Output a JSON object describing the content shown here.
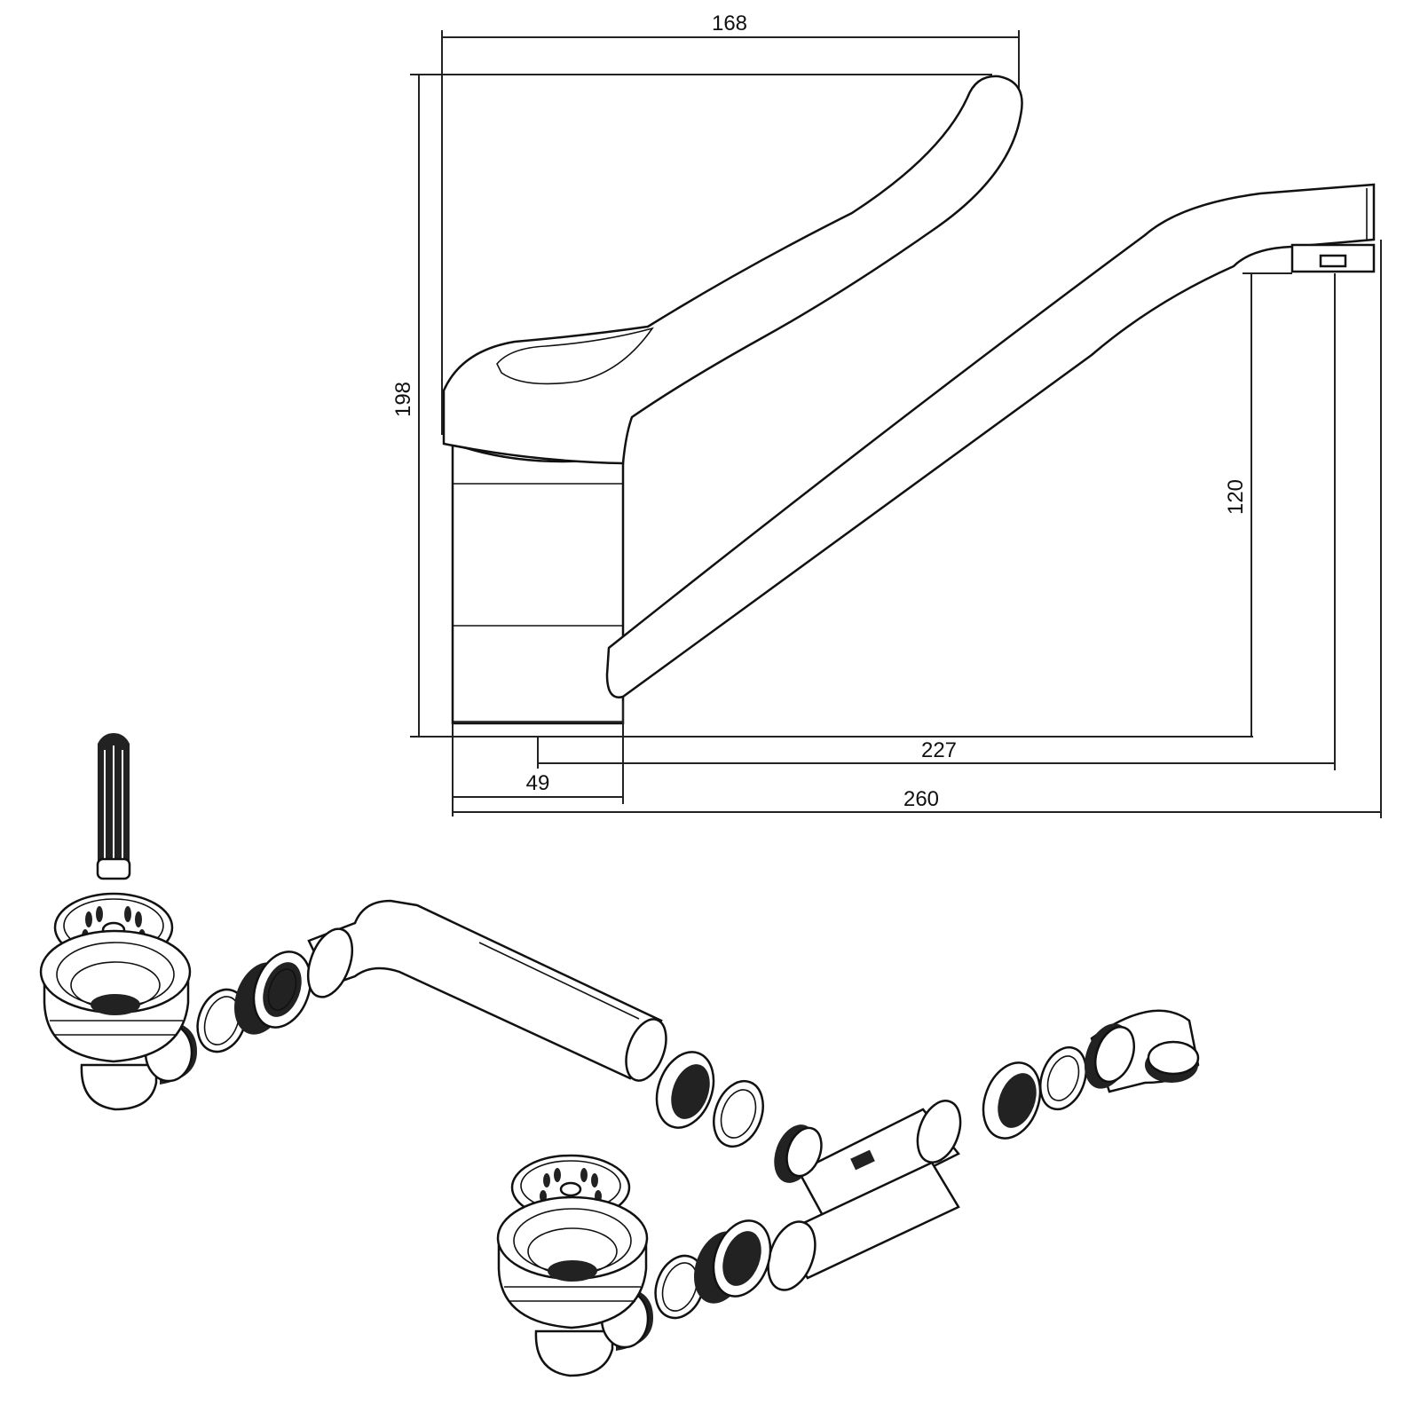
{
  "tap_drawing": {
    "dimensions": {
      "handle_reach": "168",
      "total_height": "198",
      "spout_height": "120",
      "spout_reach": "227",
      "body_width": "49",
      "total_length": "260"
    }
  },
  "waste_kit": {
    "parts": [
      "overflow-post",
      "strainer-basket",
      "basin-waste-outlet",
      "sealing-washer",
      "compression-nut",
      "overflow-pipe",
      "tee-connector",
      "elbow-fitting"
    ]
  },
  "colors": {
    "line": "#111111",
    "background": "#ffffff"
  }
}
